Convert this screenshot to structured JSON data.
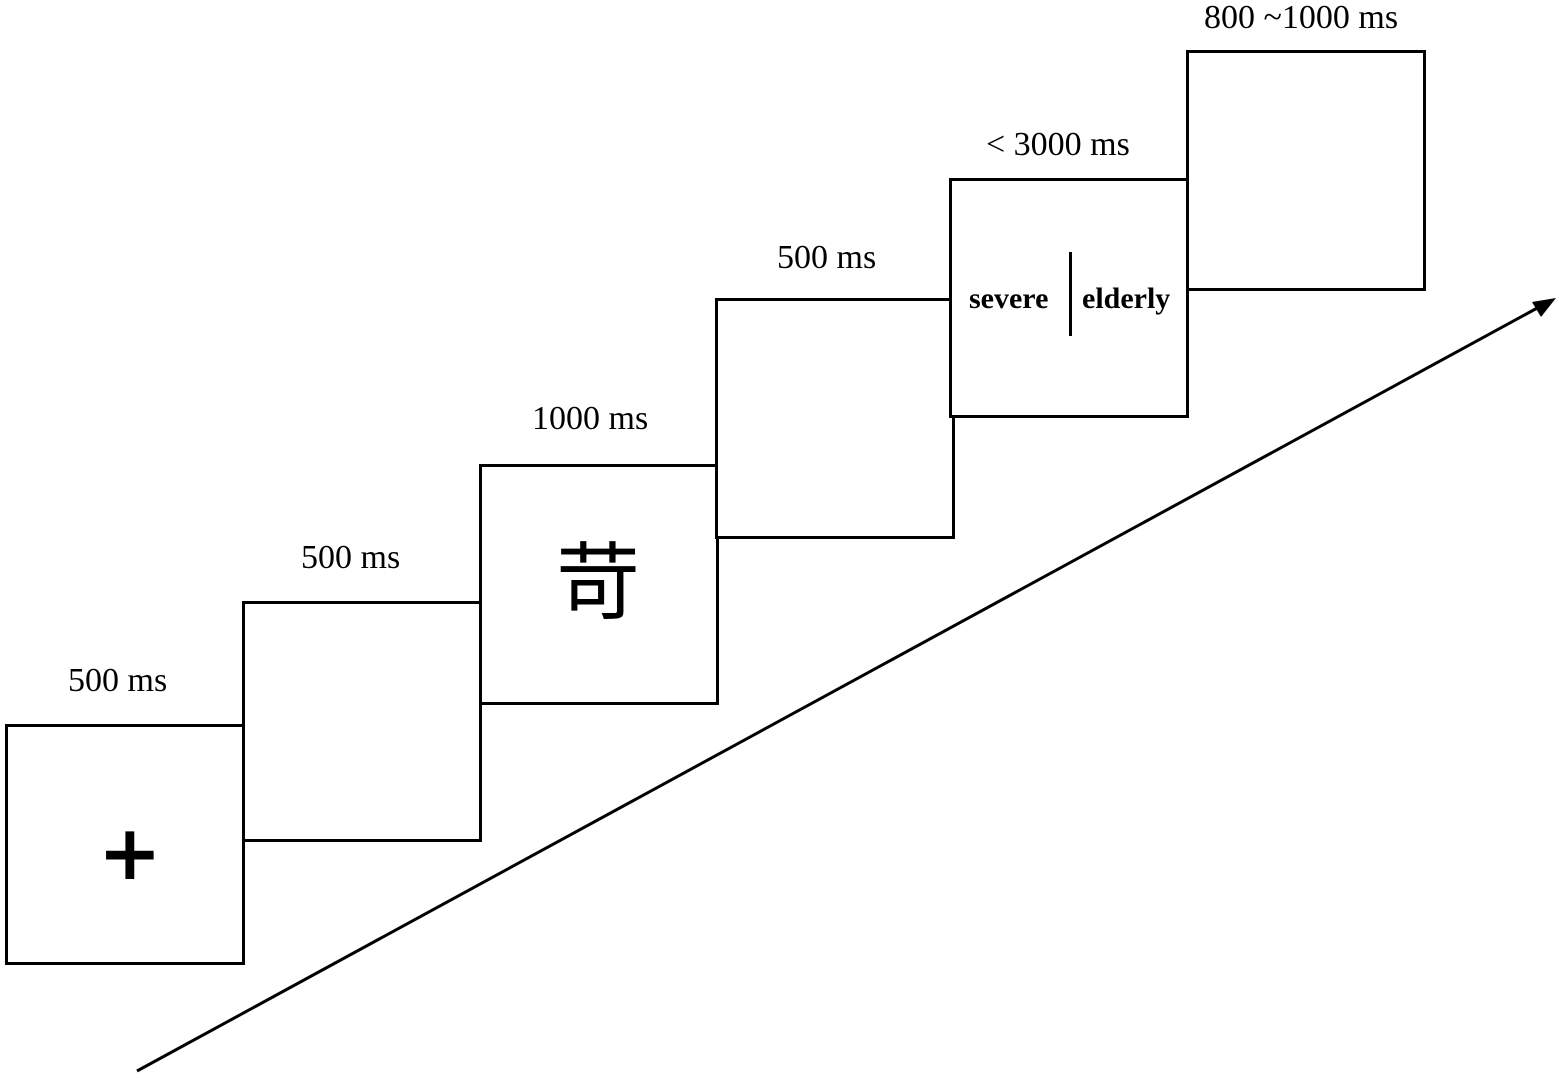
{
  "frames": [
    {
      "duration": "500 ms",
      "content": "+"
    },
    {
      "duration": "500 ms",
      "content": ""
    },
    {
      "duration": "1000 ms",
      "content": "苛"
    },
    {
      "duration": "500 ms",
      "content": ""
    },
    {
      "duration": "< 3000 ms",
      "left_word": "severe",
      "right_word": "elderly"
    },
    {
      "duration": "800 ~1000 ms",
      "content": ""
    }
  ],
  "time_arrow": {
    "color": "#000000"
  }
}
